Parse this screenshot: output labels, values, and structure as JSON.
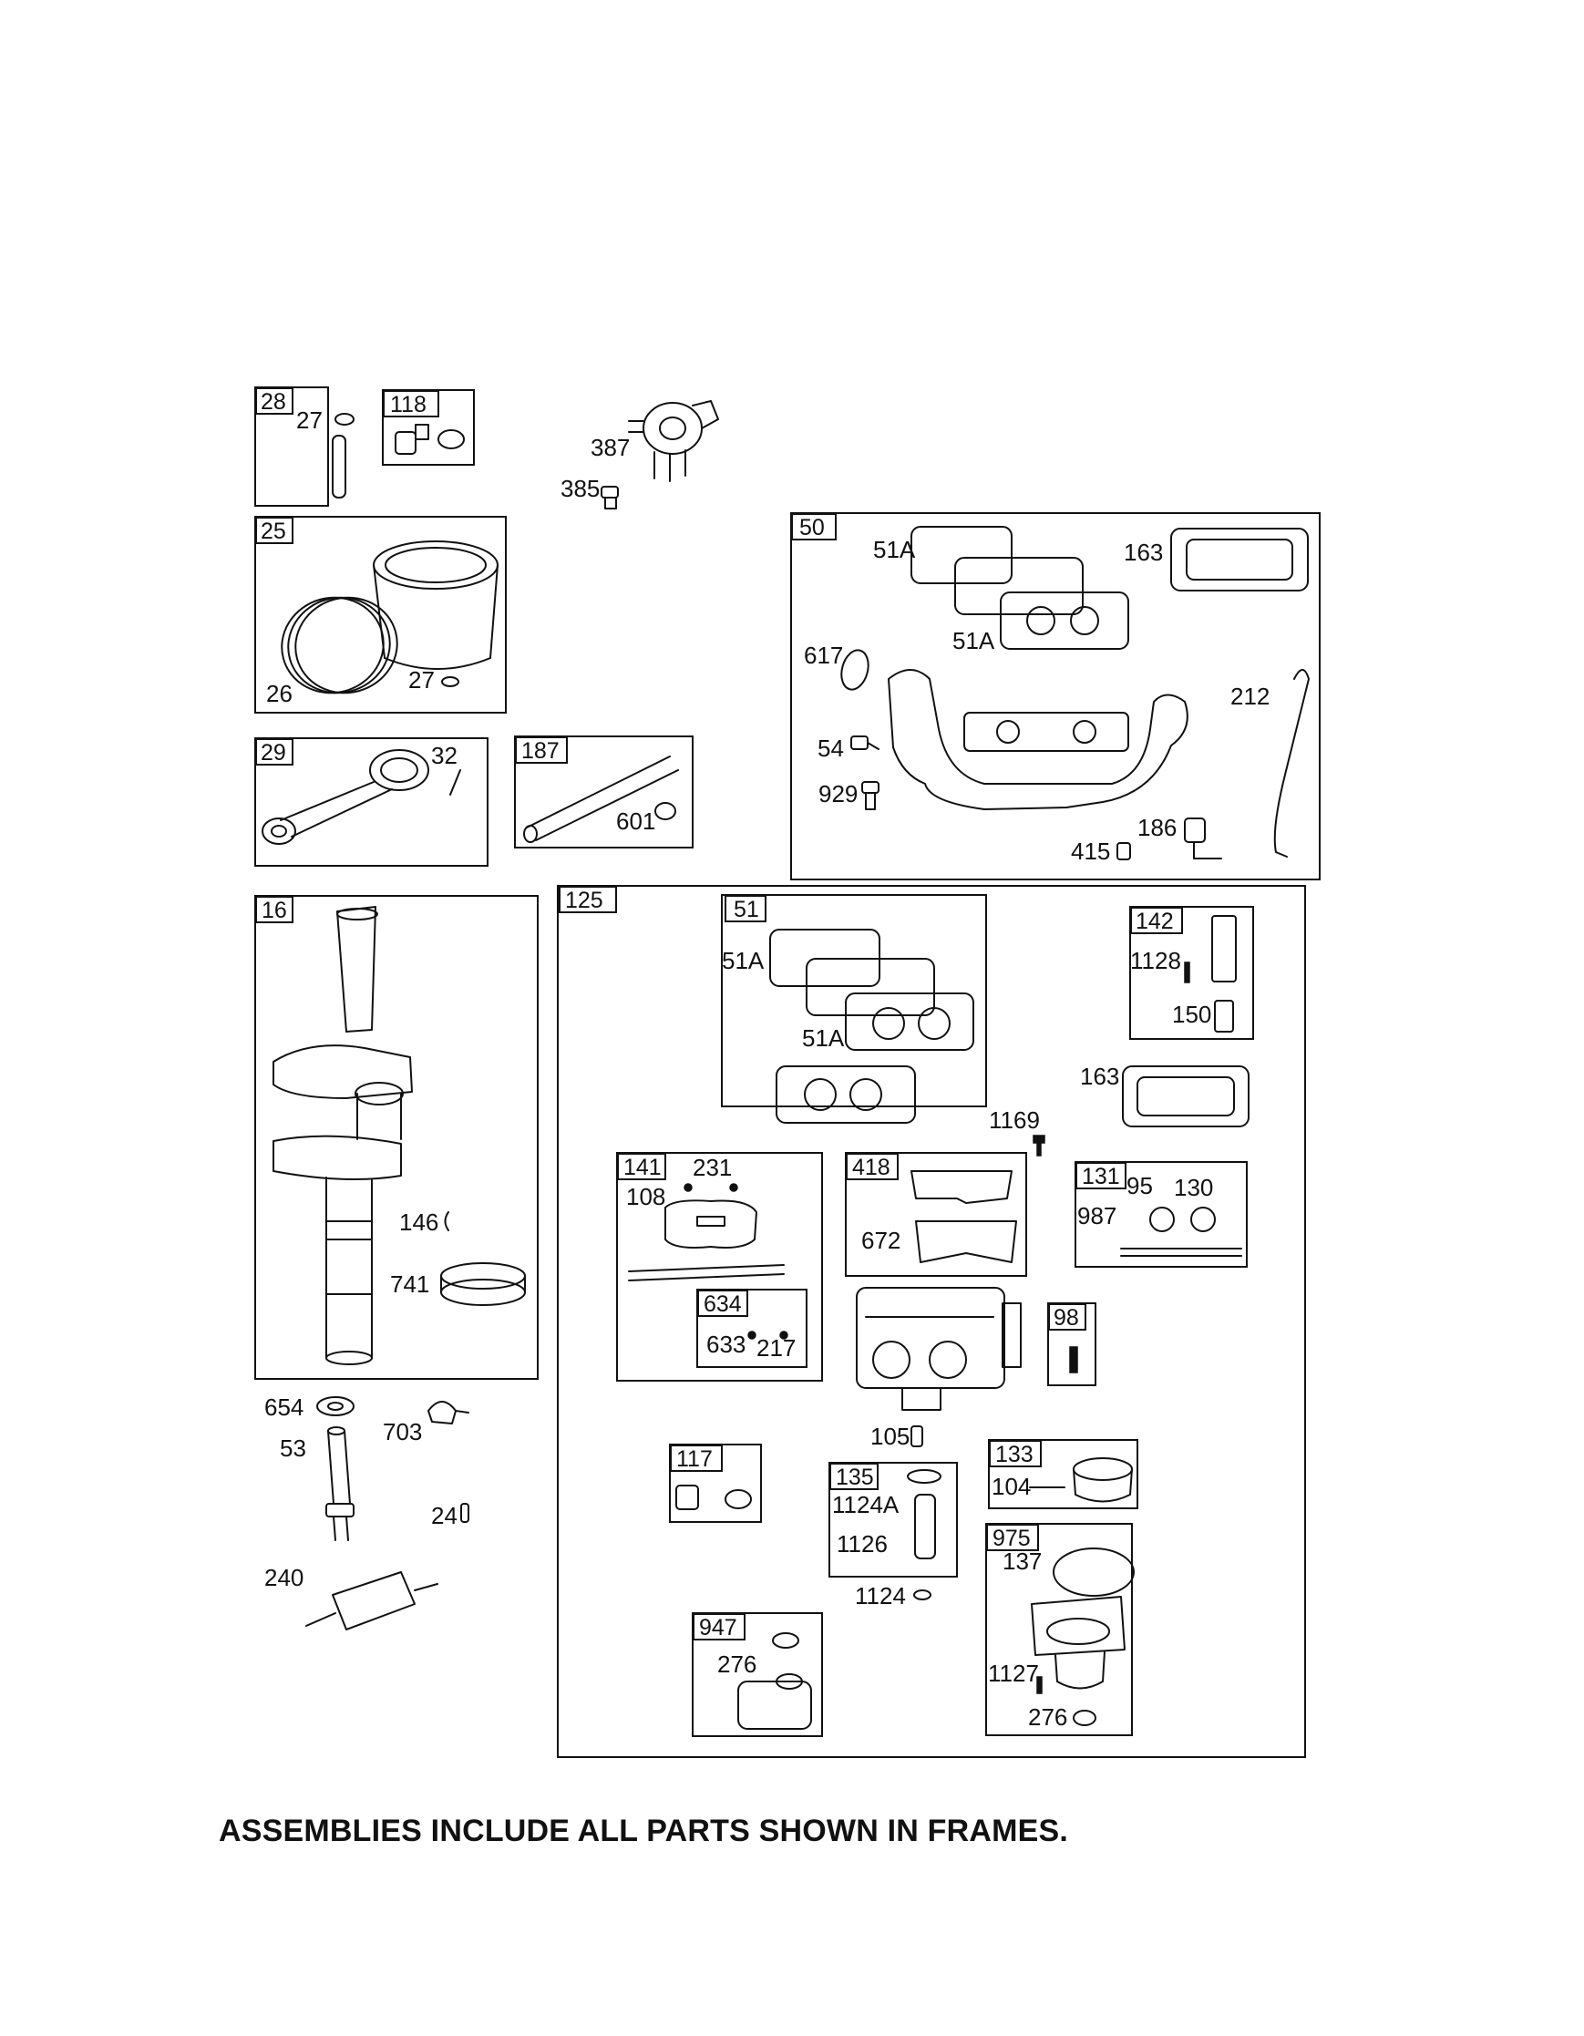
{
  "frames": {
    "f28": "28",
    "f118": "118",
    "f25": "25",
    "f29": "29",
    "f187": "187",
    "f50": "50",
    "f16": "16",
    "f125": "125",
    "f51": "51",
    "f142": "142",
    "f141": "141",
    "f418": "418",
    "f131": "131",
    "f634": "634",
    "f98": "98",
    "f117": "117",
    "f135": "135",
    "f133": "133",
    "f975": "975",
    "f947": "947"
  },
  "parts": {
    "p27a": "27",
    "p387": "387",
    "p385": "385",
    "p26": "26",
    "p27b": "27",
    "p32": "32",
    "p601": "601",
    "p51A_a": "51A",
    "p51A_b": "51A",
    "p163a": "163",
    "p617": "617",
    "p212": "212",
    "p54": "54",
    "p929": "929",
    "p186": "186",
    "p415": "415",
    "p51A_c": "51A",
    "p51A_d": "51A",
    "p1128": "1128",
    "p150": "150",
    "p163b": "163",
    "p1169": "1169",
    "p146": "146",
    "p741": "741",
    "p231": "231",
    "p108": "108",
    "p672": "672",
    "p95": "95",
    "p130": "130",
    "p987": "987",
    "p633": "633",
    "p217": "217",
    "p654": "654",
    "p53": "53",
    "p703": "703",
    "p24": "24",
    "p240": "240",
    "p105": "105",
    "p104": "104",
    "p1124A": "1124A",
    "p1126": "1126",
    "p1124": "1124",
    "p137": "137",
    "p276a": "276",
    "p1127": "1127",
    "p276b": "276"
  },
  "footer_note": "ASSEMBLIES INCLUDE ALL PARTS SHOWN IN FRAMES."
}
